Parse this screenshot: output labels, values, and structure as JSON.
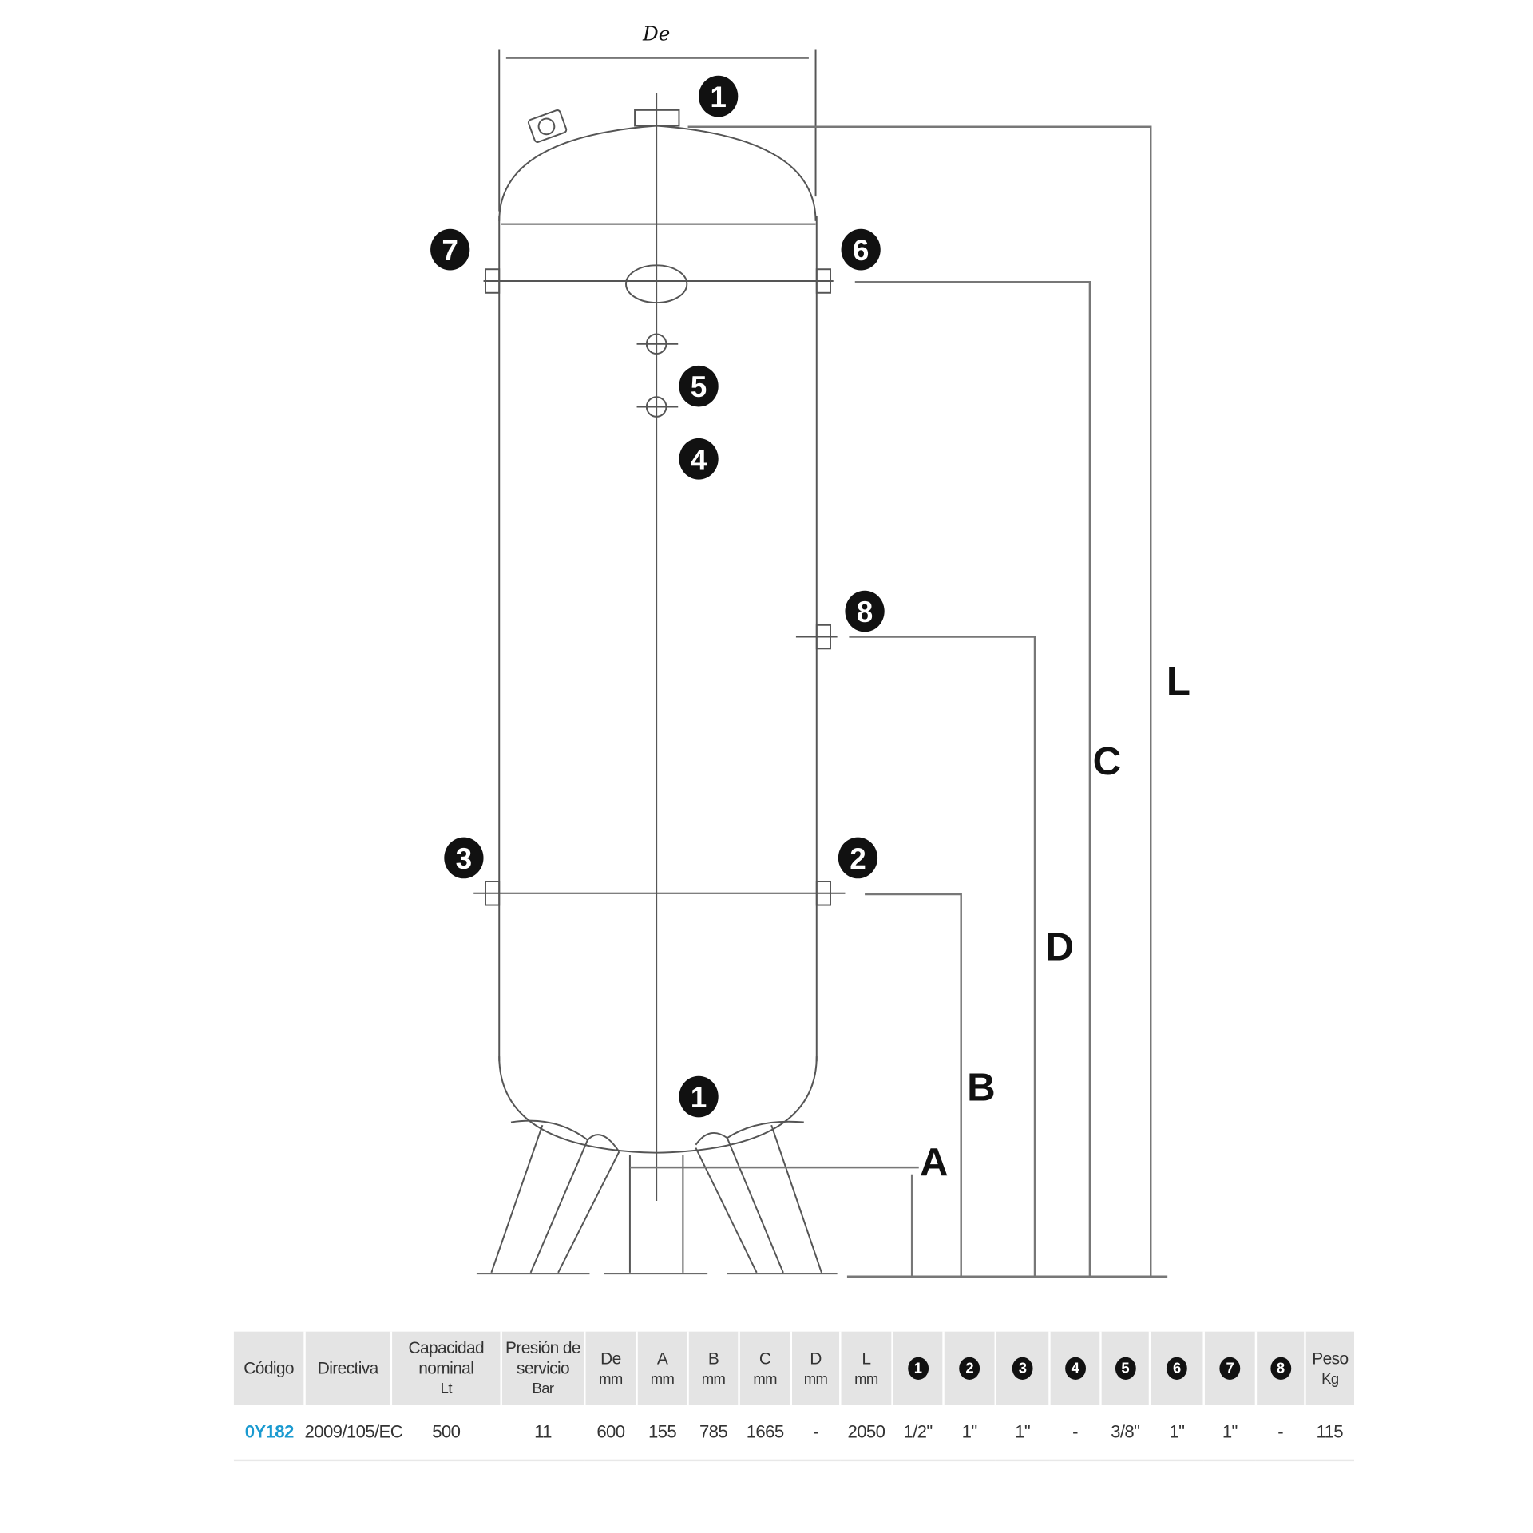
{
  "diagram": {
    "dimension_labels": {
      "De": "De",
      "L": "L",
      "C": "C",
      "D": "D",
      "B": "B",
      "A": "A"
    },
    "callouts": [
      "1",
      "2",
      "3",
      "4",
      "5",
      "6",
      "7",
      "8"
    ]
  },
  "table": {
    "headers": [
      {
        "title": "Código"
      },
      {
        "title": "Directiva"
      },
      {
        "title": "Capacidad nominal",
        "unit": "Lt"
      },
      {
        "title": "Presión de servicio",
        "unit": "Bar"
      },
      {
        "title": "De",
        "unit": "mm"
      },
      {
        "title": "A",
        "unit": "mm"
      },
      {
        "title": "B",
        "unit": "mm"
      },
      {
        "title": "C",
        "unit": "mm"
      },
      {
        "title": "D",
        "unit": "mm"
      },
      {
        "title": "L",
        "unit": "mm"
      },
      {
        "title": "1"
      },
      {
        "title": "2"
      },
      {
        "title": "3"
      },
      {
        "title": "4"
      },
      {
        "title": "5"
      },
      {
        "title": "6"
      },
      {
        "title": "7"
      },
      {
        "title": "8"
      },
      {
        "title": "Peso",
        "unit": "Kg"
      }
    ],
    "rows": [
      [
        "0Y182",
        "2009/105/EC",
        "500",
        "11",
        "600",
        "155",
        "785",
        "1665",
        "-",
        "2050",
        "1/2\"",
        "1\"",
        "1\"",
        "-",
        "3/8\"",
        "1\"",
        "1\"",
        "-",
        "115"
      ]
    ],
    "code_color": "#1a9ad0"
  }
}
